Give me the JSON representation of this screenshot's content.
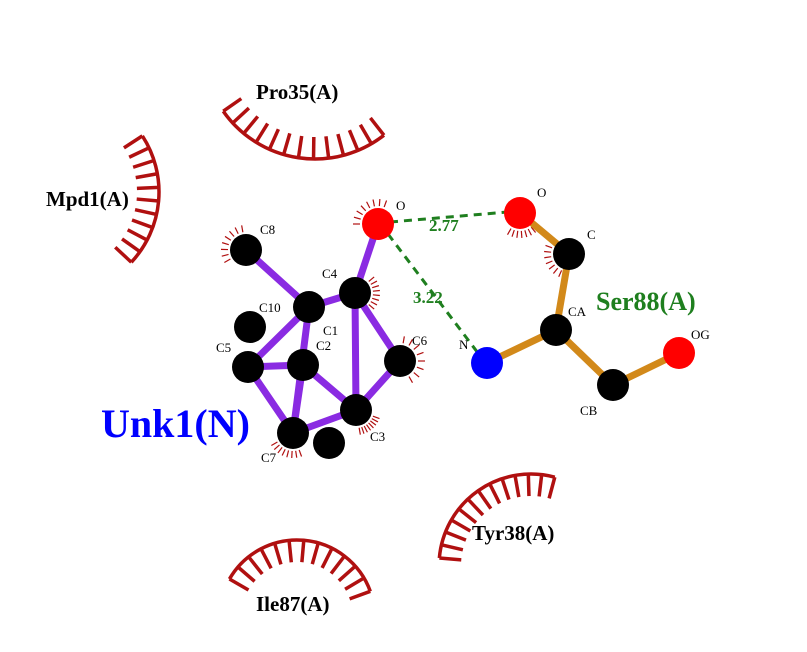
{
  "colors": {
    "ligand_bond": "#8a2be2",
    "residue_bond": "#d2891a",
    "carbon": "#000000",
    "oxygen": "#ff0000",
    "nitrogen": "#0000ff",
    "hbond": "#1f7f1f",
    "hydrophobic_arc": "#b01010",
    "ligand_label": "#0000ff",
    "hbond_residue_label": "#1f7f1f"
  },
  "ligand": {
    "name": "Unk1(N)",
    "atom_labels": {
      "o": "O",
      "c8": "C8",
      "c4": "C4",
      "c10": "C10",
      "c1": "C1",
      "c2": "C2",
      "c5": "C5",
      "c6": "C6",
      "c3": "C3",
      "c7": "C7"
    }
  },
  "hbond_residue": {
    "name": "Ser88(A)",
    "atom_labels": {
      "o": "O",
      "c": "C",
      "ca": "CA",
      "n": "N",
      "cb": "CB",
      "og": "OG"
    }
  },
  "hydrogen_bonds": [
    {
      "distance": "2.77"
    },
    {
      "distance": "3.22"
    }
  ],
  "hydrophobic_residues": {
    "pro35": "Pro35(A)",
    "mpd1": "Mpd1(A)",
    "tyr38": "Tyr38(A)",
    "ile87": "Ile87(A)"
  }
}
